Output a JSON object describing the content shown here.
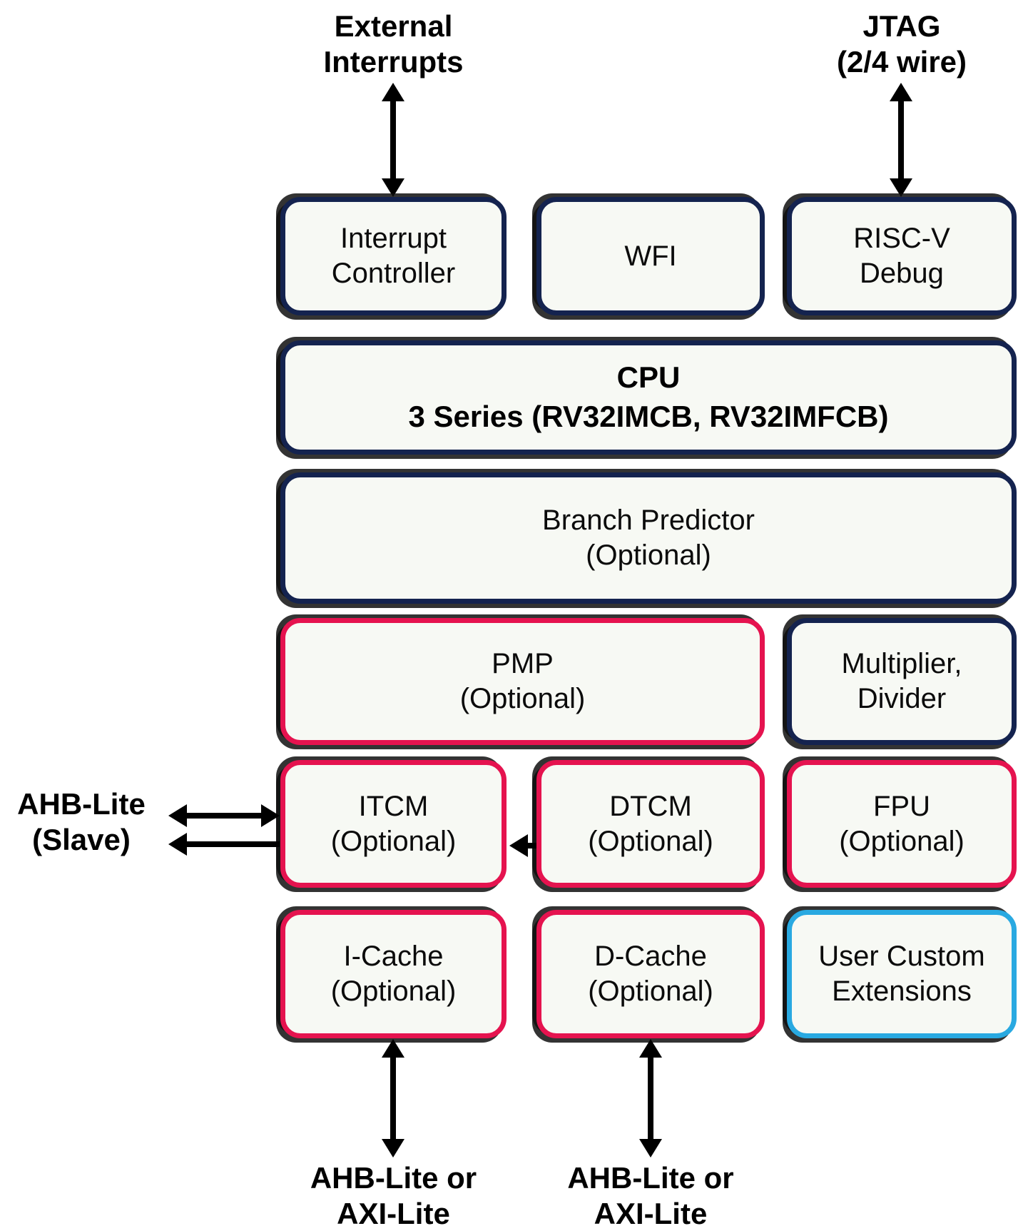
{
  "colors": {
    "navy_border": "#14234f",
    "red_border": "#e5134f",
    "blue_border": "#29a9e1",
    "box_fill": "#f7f9f4",
    "arrow_and_text": "#000000",
    "background": "#ffffff"
  },
  "labels": {
    "external_interrupts": "External\nInterrupts",
    "jtag": "JTAG\n(2/4 wire)",
    "ahb_lite_slave": "AHB-Lite\n(Slave)",
    "bus_below_icache": "AHB-Lite or\nAXI-Lite",
    "bus_below_dcache": "AHB-Lite or\nAXI-Lite"
  },
  "boxes": {
    "interrupt_controller": {
      "label": "Interrupt\nController",
      "border": "navy"
    },
    "wfi": {
      "label": "WFI",
      "border": "navy"
    },
    "riscv_debug": {
      "label": "RISC-V\nDebug",
      "border": "navy"
    },
    "cpu": {
      "title": "CPU",
      "subtitle": "3 Series (RV32IMCB, RV32IMFCB)",
      "border": "navy"
    },
    "branch_predictor": {
      "label": "Branch Predictor\n(Optional)",
      "border": "navy"
    },
    "pmp": {
      "label": "PMP\n(Optional)",
      "border": "red"
    },
    "multiplier_divider": {
      "label": "Multiplier,\nDivider",
      "border": "navy"
    },
    "itcm": {
      "label": "ITCM\n(Optional)",
      "border": "red"
    },
    "dtcm": {
      "label": "DTCM\n(Optional)",
      "border": "red"
    },
    "fpu": {
      "label": "FPU\n(Optional)",
      "border": "red"
    },
    "icache": {
      "label": "I-Cache\n(Optional)",
      "border": "red"
    },
    "dcache": {
      "label": "D-Cache\n(Optional)",
      "border": "red"
    },
    "user_custom_extensions": {
      "label": "User Custom\nExtensions",
      "border": "blue"
    }
  }
}
